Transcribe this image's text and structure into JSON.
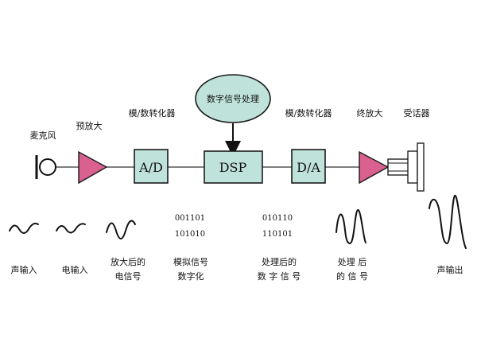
{
  "top": {
    "dsp_label": "数字信号处理"
  },
  "labels": {
    "microphone": "麦克风",
    "preamp": "预放大",
    "adc": "模/数转化器",
    "dac": "模/数转化器",
    "final_amp": "终放大",
    "receiver": "受话器"
  },
  "blocks": {
    "adc": "A/D",
    "dsp": "DSP",
    "dac": "D/A"
  },
  "bits": {
    "digital_in_line1": "001101",
    "digital_in_line2": "101010",
    "digital_out_line1": "010110",
    "digital_out_line2": "110101"
  },
  "captions": {
    "sound_in": "声输入",
    "electric_in": "电输入",
    "amplified_1": "放大后的",
    "amplified_2": "电信号",
    "digitized_1": "模拟信号",
    "digitized_2": "数字化",
    "processed_digital_1": "处理后的",
    "processed_digital_2": "数 字 信 号",
    "processed_signal_1": "处理 后",
    "processed_signal_2": "的 信 号",
    "sound_out": "声输出"
  },
  "colors": {
    "block_fill": "#bfe3da",
    "amp_fill": "#d9608f",
    "ellipse_fill": "#bfe3da"
  }
}
